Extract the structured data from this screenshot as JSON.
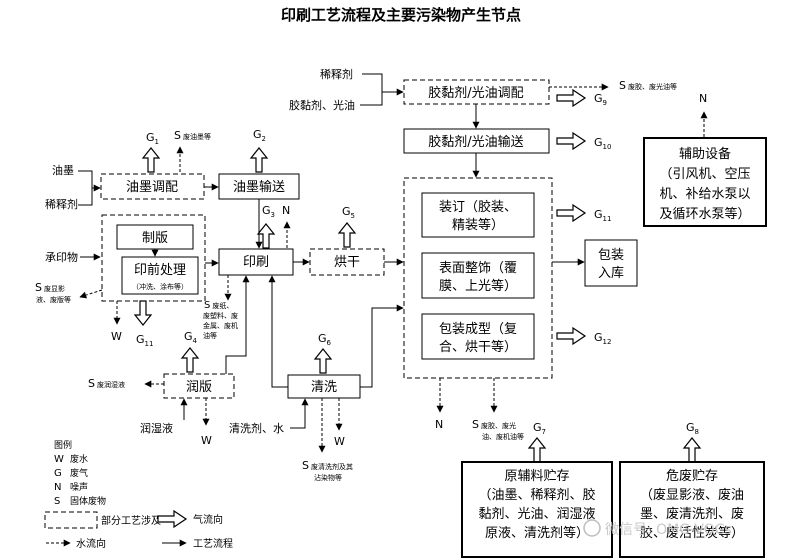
{
  "title": "印刷工艺流程及主要污染物产生节点",
  "inputs": {
    "ink": "油墨",
    "thinner": "稀释剂",
    "substrate": "承印物",
    "thinner2": "稀释剂",
    "adhesive_varnish": "胶黏剂、光油",
    "fountain_solution": "润湿液",
    "cleaning_agent_water": "清洗剂、水"
  },
  "nodes": {
    "ink_mixing": "油墨调配",
    "ink_transfer": "油墨输送",
    "plate_making": "制版",
    "prepress": "印前处理",
    "prepress_sub": "（冲洗、涂布等）",
    "printing": "印刷",
    "drying": "烘干",
    "dampening": "润版",
    "cleaning": "清洗",
    "glue_mixing": "胶黏剂/光油调配",
    "glue_transfer": "胶黏剂/光油输送",
    "binding": "装订（胶装、精装等）",
    "binding_l1": "装订（胶装、",
    "binding_l2": "精装等）",
    "finishing_l1": "表面整饰（覆",
    "finishing_l2": "膜、上光等）",
    "packaging_l1": "包装成型（复",
    "packaging_l2": "合、烘干等）",
    "warehouse_l1": "包装",
    "warehouse_l2": "入库",
    "aux_l1": "辅助设备",
    "aux_l2": "（引风机、空压",
    "aux_l3": "机、补给水泵以",
    "aux_l4": "及循环水泵等）",
    "raw_storage_title": "原辅料贮存",
    "raw_l1": "（油墨、稀释剂、胶",
    "raw_l2": "黏剂、光油、润湿液",
    "raw_l3": "原液、清洗剂等）",
    "haz_storage_title": "危废贮存",
    "haz_l1": "（废显影液、废油",
    "haz_l2": "墨、废清洗剂、废",
    "haz_l3": "胶、废活性炭等）"
  },
  "gas_labels": {
    "g1": "G",
    "g1_sub": "1",
    "g2": "G",
    "g2_sub": "2",
    "g3": "G",
    "g3_sub": "3",
    "g4": "G",
    "g4_sub": "4",
    "g5": "G",
    "g5_sub": "5",
    "g6": "G",
    "g6_sub": "6",
    "g7": "G",
    "g7_sub": "7",
    "g8": "G",
    "g8_sub": "8",
    "g9": "G",
    "g9_sub": "9",
    "g10": "G",
    "g10_sub": "10",
    "g11": "G",
    "g11_sub": "11",
    "g11b": "G",
    "g11b_sub": "11",
    "g12": "G",
    "g12_sub": "12"
  },
  "solid_labels": {
    "s_ink": "S",
    "s_ink_sub": "废油墨等",
    "s_prepress_1": "S",
    "s_prepress_sub1": "废显影",
    "s_prepress_sub2": "液、废版等",
    "s_print_1": "S",
    "s_print_sub1": "废纸、",
    "s_print_sub2": "废塑料、废",
    "s_print_sub3": "金属、废机",
    "s_print_sub4": "油等",
    "s_damp": "S",
    "s_damp_sub": "废润湿液",
    "s_glue": "S",
    "s_glue_sub": "废胶、废光油等",
    "s_clean": "S",
    "s_clean_sub1": "废清洗剂及其",
    "s_clean_sub2": "沾染物等",
    "s_post": "S",
    "s_post_sub1": "废胶、废光",
    "s_post_sub2": "油、废机油等"
  },
  "other_labels": {
    "w1": "W",
    "w2": "W",
    "w3": "W",
    "n1": "N",
    "n2": "N",
    "n3": "N"
  },
  "legend": {
    "title": "图例",
    "w_key": "W",
    "w_desc": "废水",
    "g_key": "G",
    "g_desc": "废气",
    "n_key": "N",
    "n_desc": "噪声",
    "s_key": "S",
    "s_desc": "固体废物",
    "partial": "部分工艺涉及",
    "gas_flow": "气流向",
    "water_flow": "水流向",
    "process_flow": "工艺流程"
  },
  "watermark": "微信号: OMG-VOCs"
}
